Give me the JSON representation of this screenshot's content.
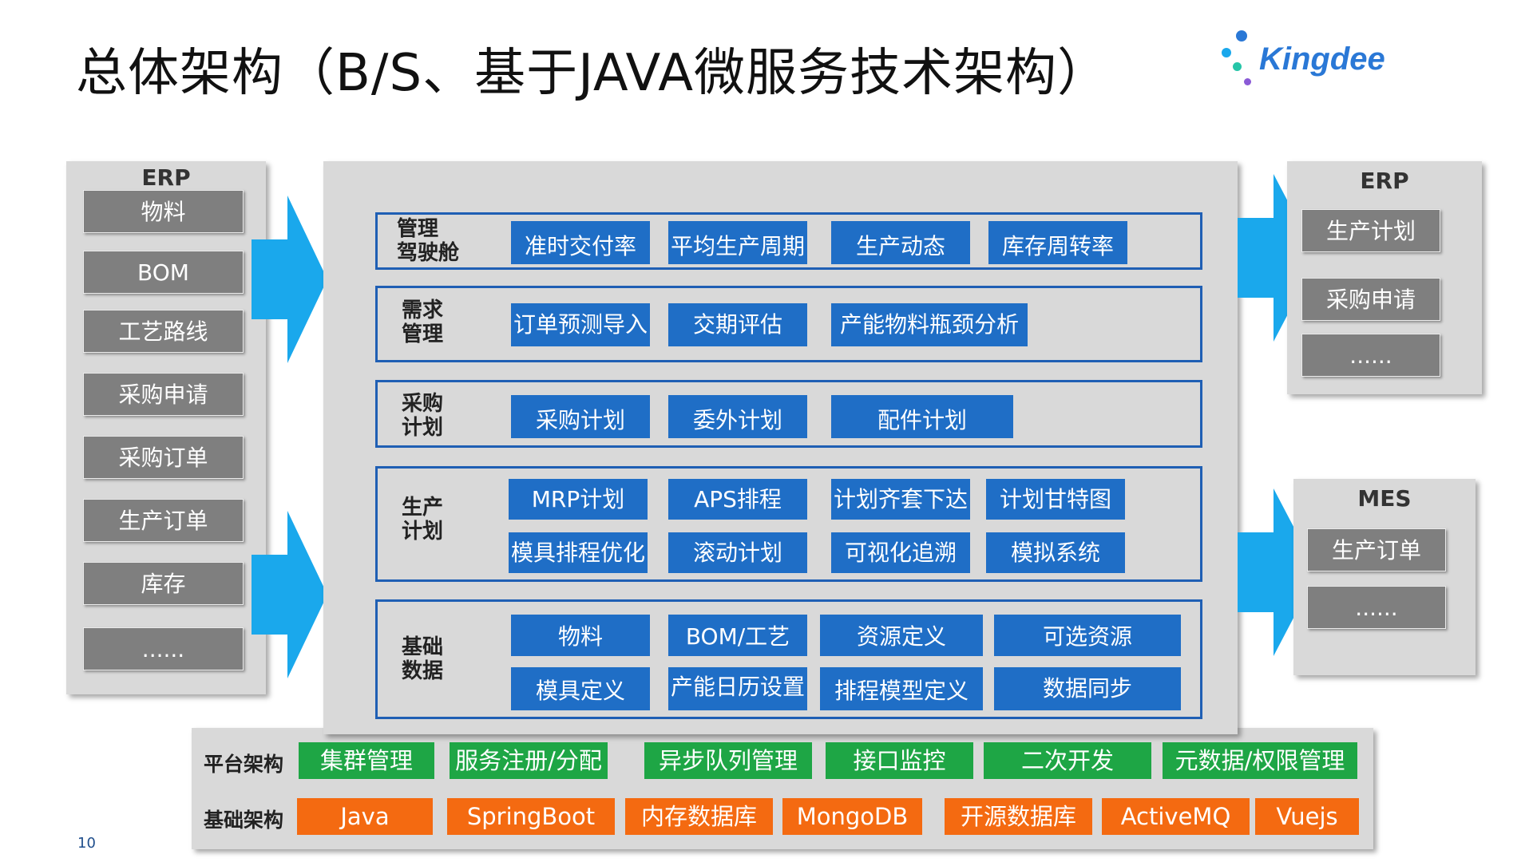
{
  "title": "总体架构（B/S、基于JAVA微服务技术架构）",
  "logo": {
    "text": "Kingdee"
  },
  "left_panel": {
    "title": "ERP",
    "items": [
      "物料",
      "BOM",
      "工艺路线",
      "采购申请",
      "采购订单",
      "生产订单",
      "库存",
      "......"
    ]
  },
  "right_erp_panel": {
    "title": "ERP",
    "items": [
      "生产计划",
      "采购申请",
      "......"
    ]
  },
  "right_mes_panel": {
    "title": "MES",
    "items": [
      "生产订单",
      "......"
    ]
  },
  "modules": [
    {
      "label": "管理\n驾驶舱",
      "items": [
        "准时交付率",
        "平均生产周期",
        "生产动态",
        "库存周转率"
      ]
    },
    {
      "label": "需求\n管理",
      "items": [
        "订单预测导入",
        "交期评估",
        "产能物料瓶颈分析"
      ]
    },
    {
      "label": "采购\n计划",
      "items": [
        "采购计划",
        "委外计划",
        "配件计划"
      ]
    },
    {
      "label": "生产\n计划",
      "items": [
        "MRP计划",
        "APS排程",
        "计划齐套下达",
        "计划甘特图",
        "模具排程优化",
        "滚动计划",
        "可视化追溯",
        "模拟系统"
      ]
    },
    {
      "label": "基础\n数据",
      "items": [
        "物料",
        "BOM/工艺",
        "资源定义",
        "可选资源",
        "模具定义",
        "产能日历设置",
        "排程模型定义",
        "数据同步"
      ]
    }
  ],
  "platform": {
    "label": "平台架构",
    "items": [
      "集群管理",
      "服务注册/分配",
      "异步队列管理",
      "接口监控",
      "二次开发",
      "元数据/权限管理"
    ]
  },
  "infrastructure": {
    "label": "基础架构",
    "items": [
      "Java",
      "SpringBoot",
      "内存数据库",
      "MongoDB",
      "开源数据库",
      "ActiveMQ",
      "Vuejs"
    ]
  },
  "page_number": "10",
  "colors": {
    "module_blue": "#1f6ec6",
    "module_border": "#1f5fb4",
    "platform_green": "#1ea645",
    "infra_orange": "#f46a11",
    "gray_item": "#7f7f7f",
    "panel_gray": "#d9d9d9",
    "arrow_blue": "#1aa8ec"
  }
}
